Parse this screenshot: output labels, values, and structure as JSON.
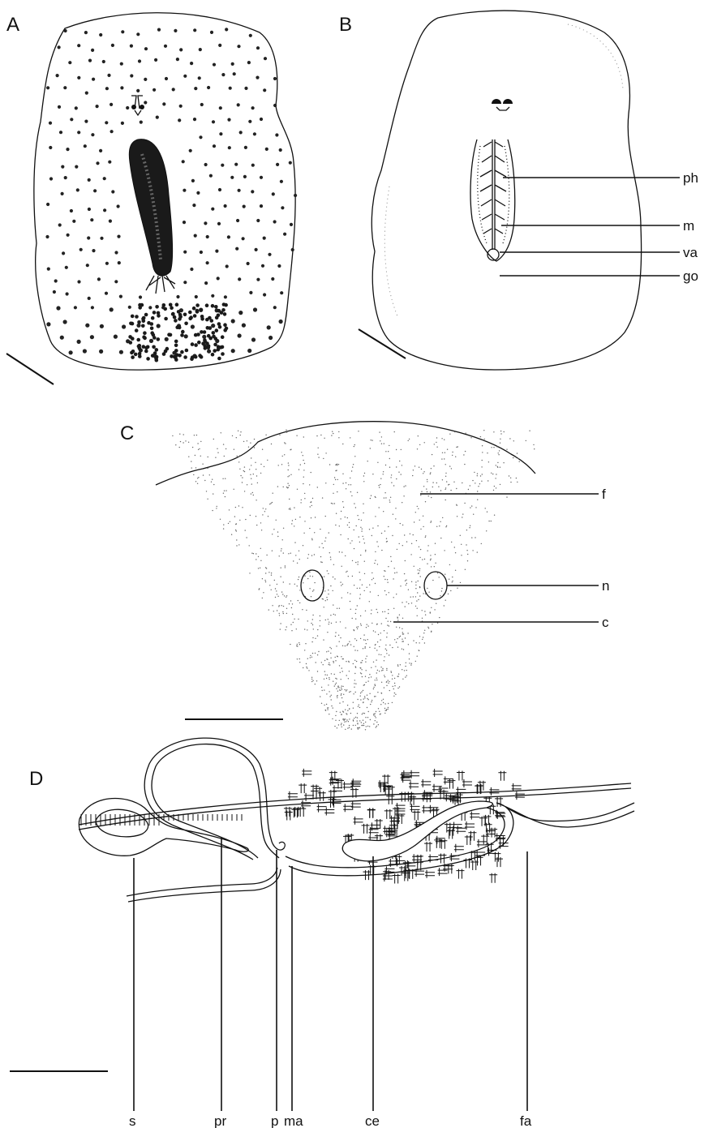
{
  "panels": {
    "A": {
      "letter": "A"
    },
    "B": {
      "letter": "B",
      "labels": {
        "ph": "ph",
        "m": "m",
        "va": "va",
        "go": "go"
      }
    },
    "C": {
      "letter": "C",
      "labels": {
        "f": "f",
        "n": "n",
        "c": "c"
      }
    },
    "D": {
      "letter": "D",
      "labels": {
        "s": "s",
        "pr": "pr",
        "p": "p",
        "ma": "ma",
        "ce": "ce",
        "fa": "fa"
      }
    }
  }
}
